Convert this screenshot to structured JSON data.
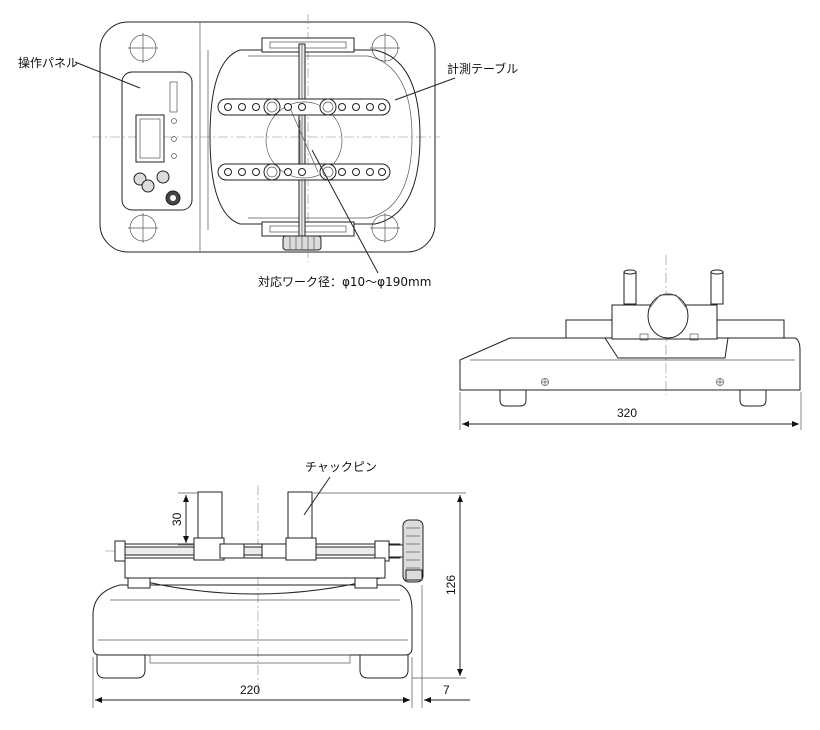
{
  "labels": {
    "panel": "操作パネル",
    "table": "計測テーブル",
    "work_range": "対応ワーク径：φ10～φ190mm",
    "chuck_pin": "チャックピン"
  },
  "dimensions": {
    "width_side": "320",
    "pin_height": "30",
    "total_height": "126",
    "base_width": "220",
    "offset": "7"
  }
}
